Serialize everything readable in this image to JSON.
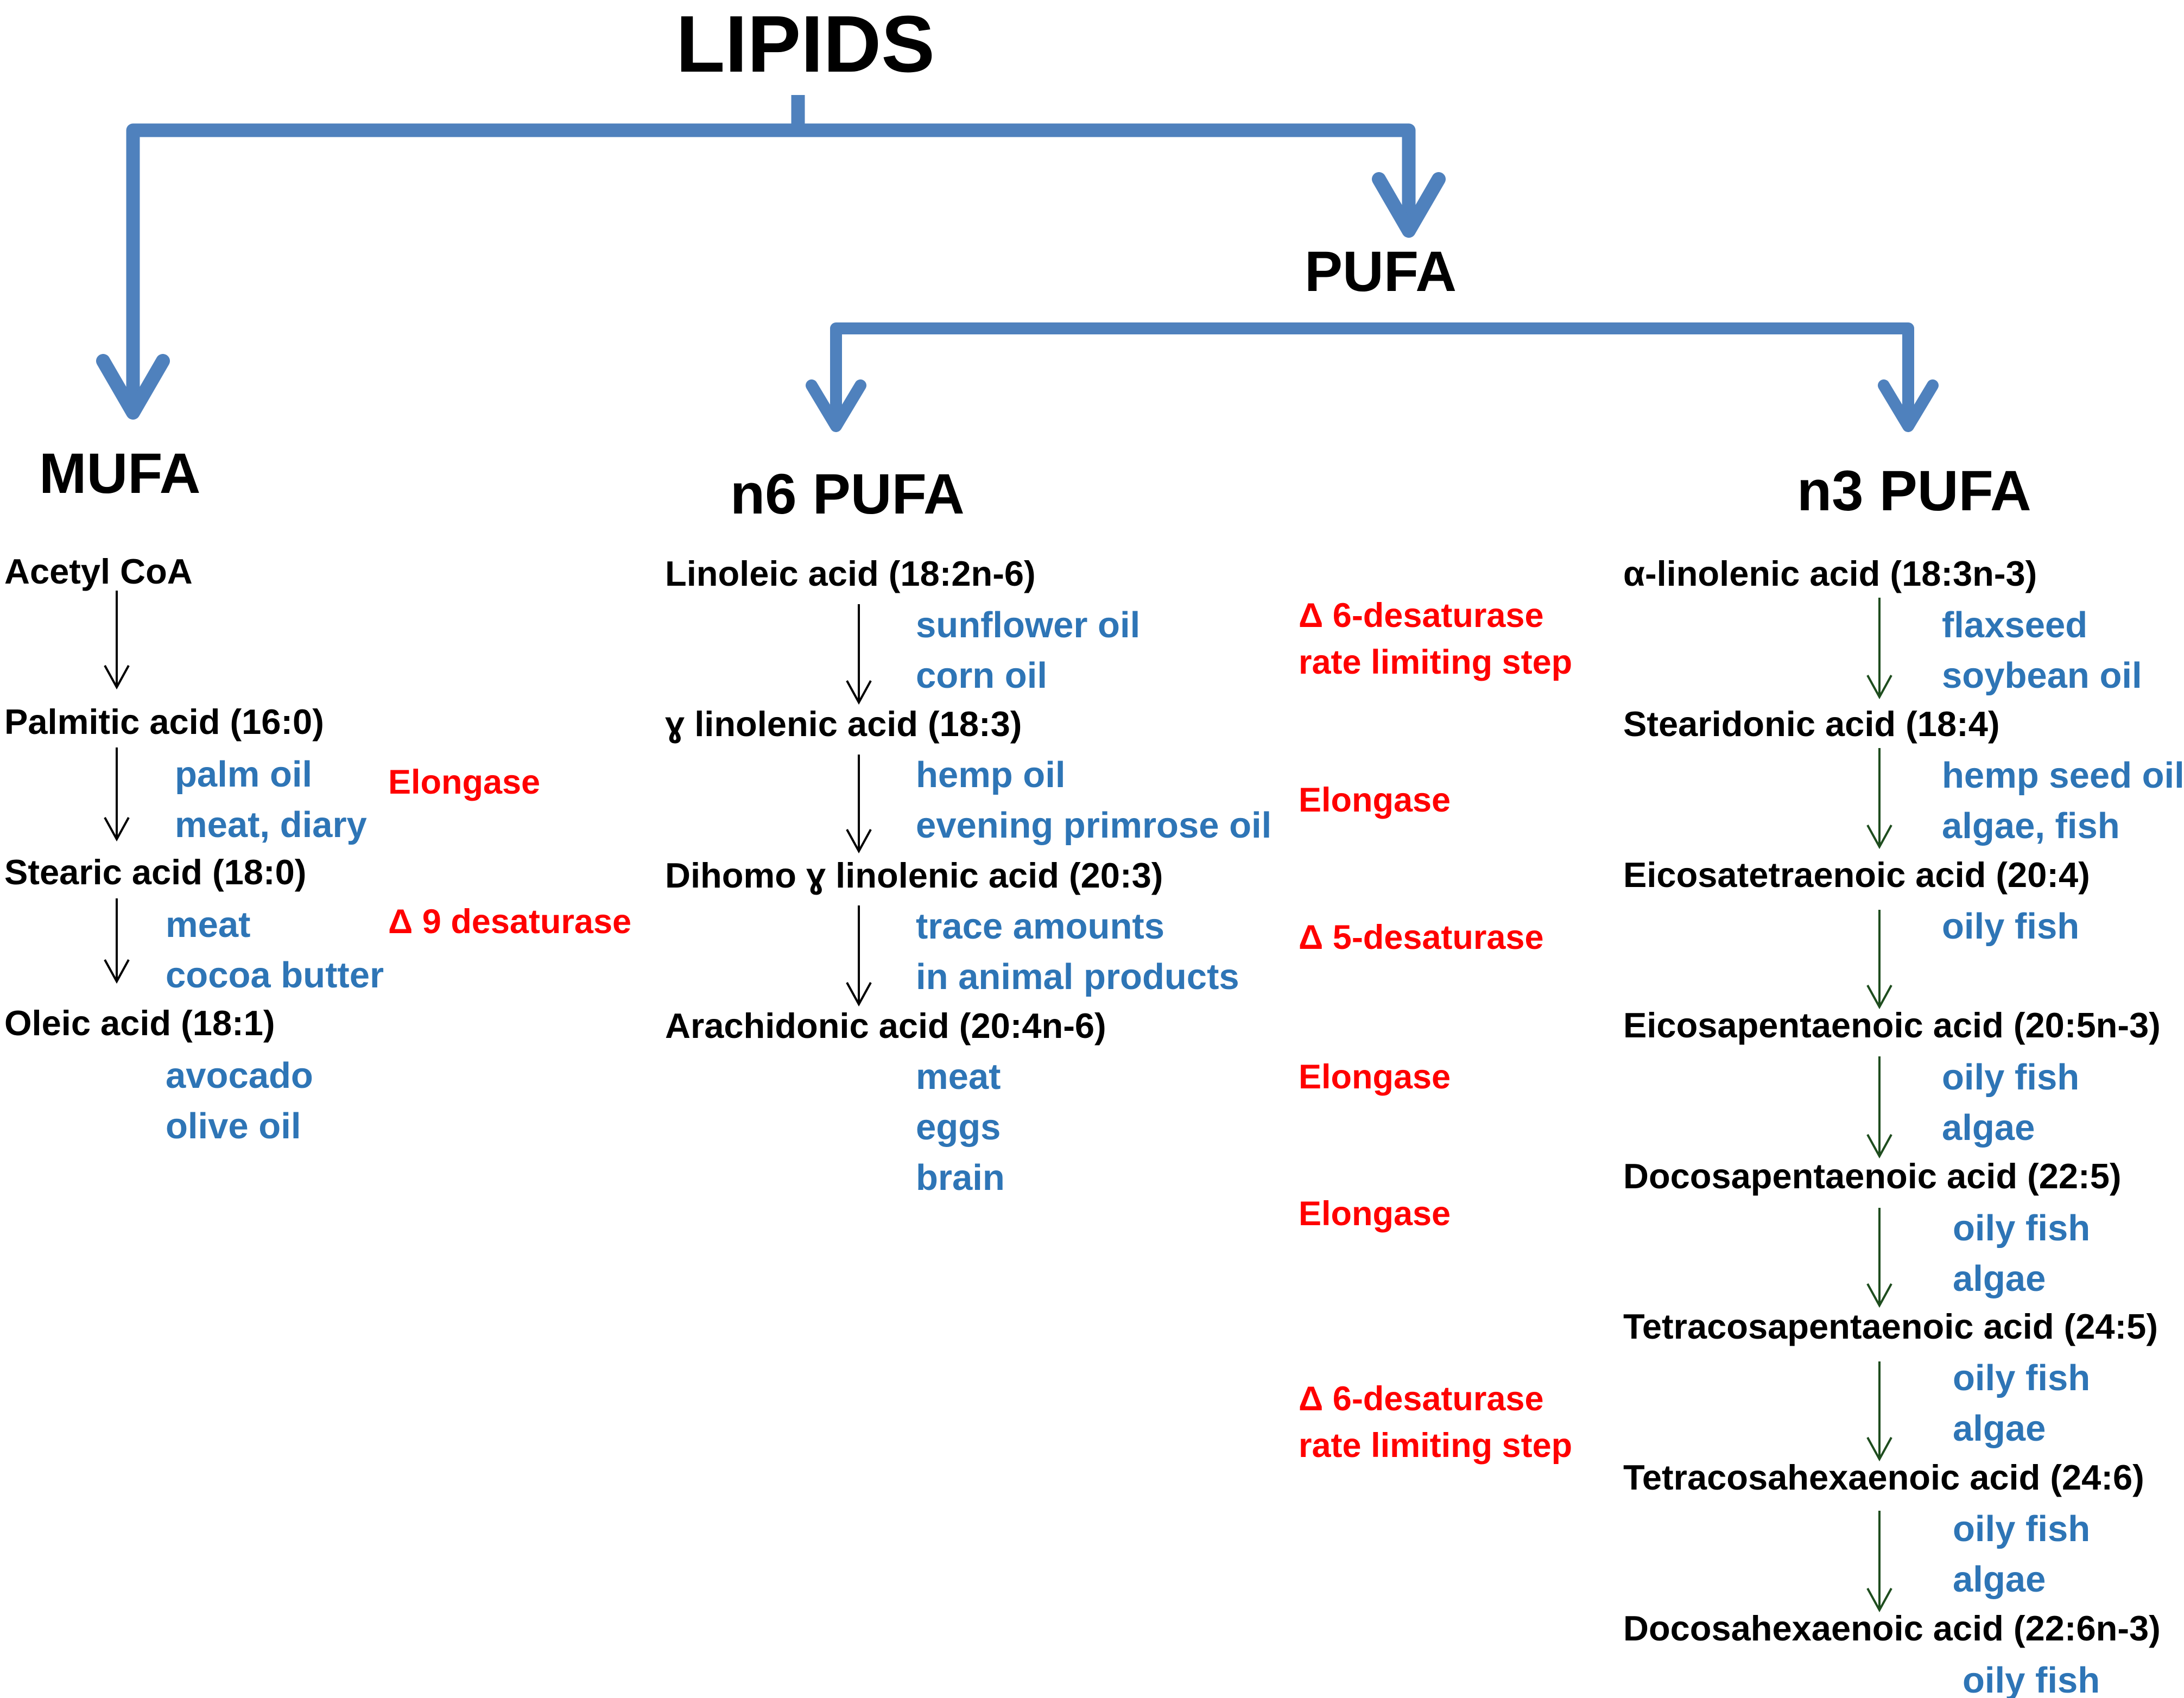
{
  "colors": {
    "connector": "#4f81bd",
    "heading": "#000000",
    "acid": "#000000",
    "food_source": "#2e75b6",
    "enzyme": "#ff0000",
    "n6_step_arrow": "#000000",
    "n3_step_arrow": "#1e4d1e"
  },
  "title": "LIPIDS",
  "categories": {
    "mufa": "MUFA",
    "pufa": "PUFA",
    "n6": "n6 PUFA",
    "n3": "n3 PUFA"
  },
  "mufa": {
    "acids": [
      "Acetyl CoA",
      "Palmitic acid (16:0)",
      "Stearic acid (18:0)",
      "Oleic acid (18:1)"
    ],
    "foods": [
      [
        "palm oil",
        "meat, diary"
      ],
      [
        "meat",
        "cocoa butter"
      ],
      [
        "avocado",
        "olive oil"
      ]
    ],
    "enzymes": [
      "Elongase",
      "Δ 9 desaturase"
    ]
  },
  "n6": {
    "acids": [
      "Linoleic acid (18:2n-6)",
      "ɣ linolenic acid (18:3)",
      "Dihomo ɣ linolenic acid (20:3)",
      "Arachidonic acid (20:4n-6)"
    ],
    "foods": [
      [
        "sunflower oil",
        "corn oil"
      ],
      [
        "hemp oil",
        "evening primrose oil"
      ],
      [
        "trace amounts",
        "in animal products"
      ],
      [
        "meat",
        "eggs",
        "brain"
      ]
    ]
  },
  "enzymes_center": [
    [
      "Δ 6-desaturase",
      "rate limiting step"
    ],
    [
      "Elongase"
    ],
    [
      "Δ 5-desaturase"
    ],
    [
      "Elongase"
    ],
    [
      "Elongase"
    ],
    [
      "Δ 6-desaturase",
      "rate limiting step"
    ]
  ],
  "n3": {
    "acids": [
      "α-linolenic acid (18:3n-3)",
      "Stearidonic acid (18:4)",
      "Eicosatetraenoic acid (20:4)",
      "Eicosapentaenoic acid (20:5n-3)",
      "Docosapentaenoic acid (22:5)",
      "Tetracosapentaenoic acid (24:5)",
      "Tetracosahexaenoic acid (24:6)",
      "Docosahexaenoic acid (22:6n-3)"
    ],
    "foods": [
      [
        "flaxseed",
        "soybean oil"
      ],
      [
        "hemp seed oil",
        "algae, fish"
      ],
      [
        "oily fish"
      ],
      [
        "oily fish",
        "algae"
      ],
      [
        "oily fish",
        "algae"
      ],
      [
        "oily fish",
        "algae"
      ],
      [
        "oily fish",
        "algae"
      ],
      [
        "oily fish"
      ]
    ]
  }
}
